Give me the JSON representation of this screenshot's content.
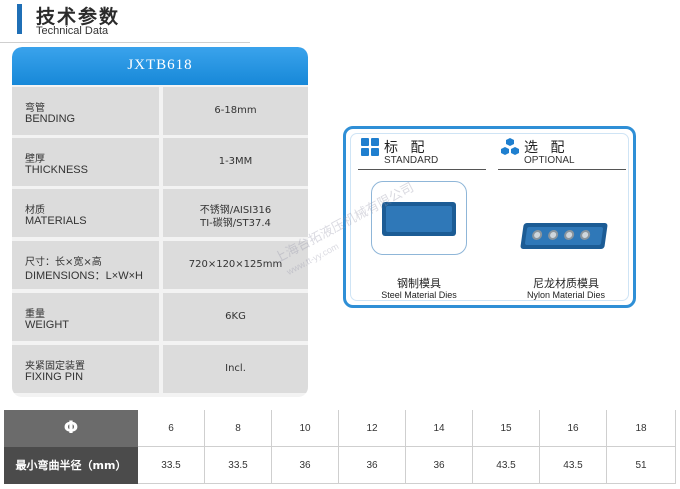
{
  "header": {
    "title_cn": "技术参数",
    "title_en": "Technical Data"
  },
  "spec_table": {
    "model": "JXTB618",
    "rows": [
      {
        "label_cn": "弯管",
        "label_en": "BENDING",
        "value": [
          "6-18mm"
        ]
      },
      {
        "label_cn": "壁厚",
        "label_en": "THICKNESS",
        "value": [
          "1-3MM"
        ]
      },
      {
        "label_cn": "材质",
        "label_en": "MATERIALS",
        "value": [
          "不锈钢/AISI316",
          "TI-碳钢/ST37.4"
        ]
      },
      {
        "label_cn": "尺寸：长×宽×高",
        "label_en": "DIMENSIONS：L×W×H",
        "value": [
          "720×120×125mm"
        ]
      },
      {
        "label_cn": "重量",
        "label_en": "WEIGHT",
        "value": [
          "6KG"
        ]
      },
      {
        "label_cn": "夹紧固定装置",
        "label_en": "FIXING PIN",
        "value": [
          "Incl."
        ]
      }
    ]
  },
  "options": {
    "standard": {
      "title_cn": "标 配",
      "title_en": "STANDARD",
      "product_cn": "钢制模具",
      "product_en": "Steel Material Dies"
    },
    "optional": {
      "title_cn": "选 配",
      "title_en": "OPTIONAL",
      "product_cn": "尼龙材质模具",
      "product_en": "Nylon Material Dies"
    }
  },
  "watermark": {
    "text": "上海台拓液压机械有限公司",
    "url": "www.tt-yy.com"
  },
  "radius_table": {
    "diameter_header": "Φ",
    "radius_header": "最小弯曲半径（mm）",
    "diameters": [
      "6",
      "8",
      "10",
      "12",
      "14",
      "15",
      "16",
      "18"
    ],
    "radii": [
      "33.5",
      "33.5",
      "36",
      "36",
      "36",
      "43.5",
      "43.5",
      "51"
    ]
  },
  "colors": {
    "accent_blue": "#1788d8",
    "frame_blue": "#2f8fd6",
    "header_grey": "#6b6b6b",
    "cell_grey": "#dcdcdc"
  }
}
